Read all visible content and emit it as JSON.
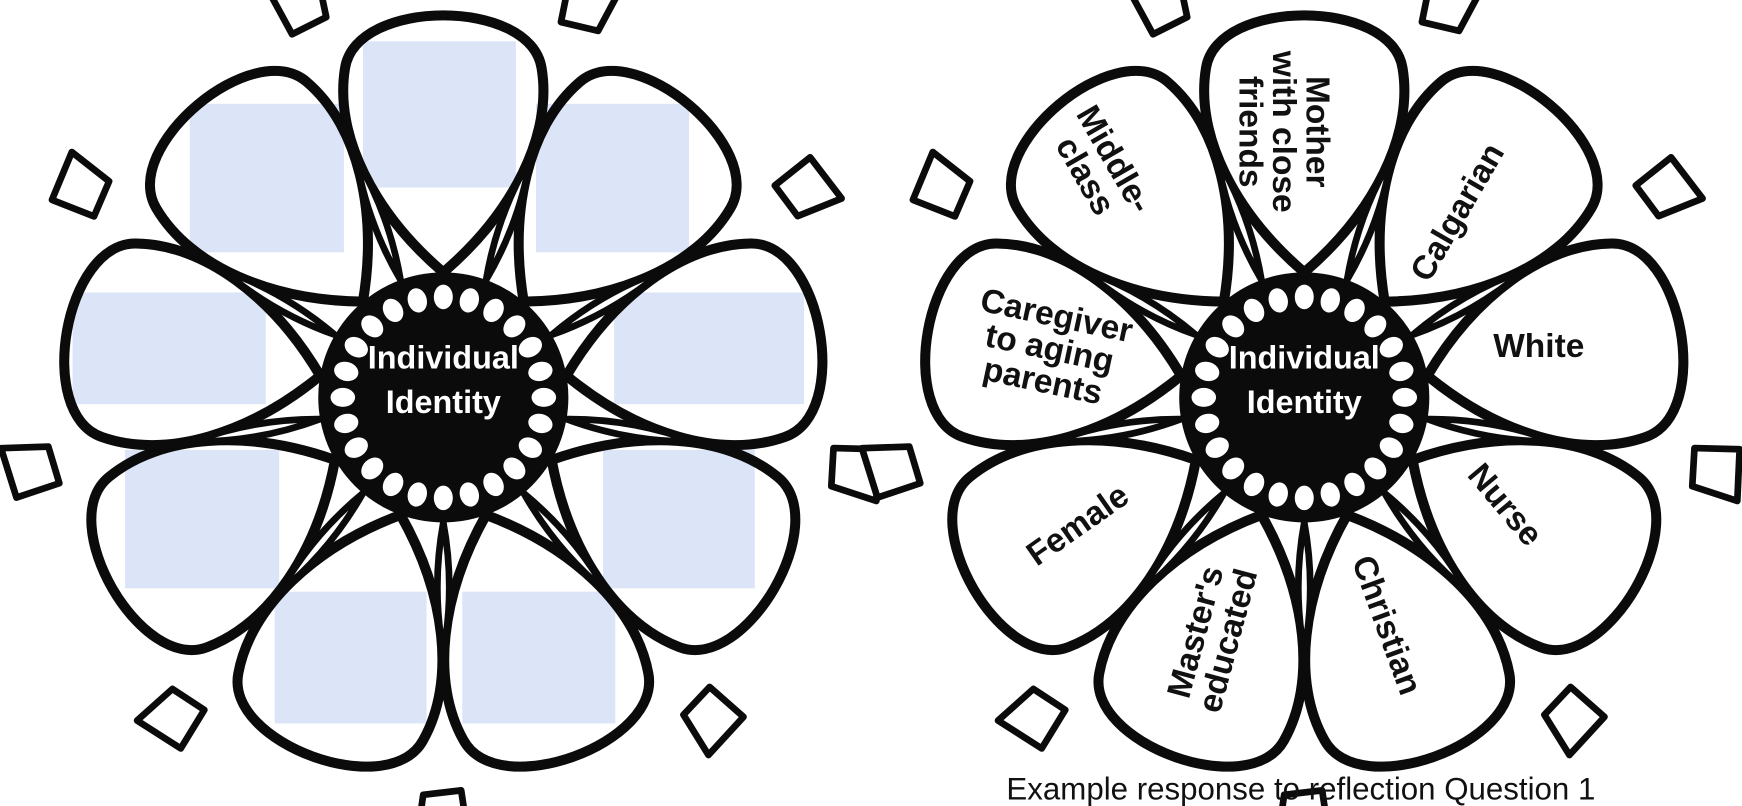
{
  "colors": {
    "outline": "#0b0b0b",
    "placeholder_box": "#dce4f8",
    "petal_fill": "#ffffff"
  },
  "blank_flower": {
    "center_label": [
      "Individual",
      "Identity"
    ]
  },
  "example_flower": {
    "center_label": [
      "Individual",
      "Identity"
    ],
    "petals": [
      {
        "lines": [
          "Mother",
          "with close",
          "friends"
        ]
      },
      {
        "lines": [
          "Calgarian"
        ]
      },
      {
        "lines": [
          "White"
        ]
      },
      {
        "lines": [
          "Nurse"
        ]
      },
      {
        "lines": [
          "Christian"
        ]
      },
      {
        "lines": [
          "Master's",
          "educated"
        ]
      },
      {
        "lines": [
          "Female"
        ]
      },
      {
        "lines": [
          "Caregiver",
          "to aging",
          "parents"
        ]
      },
      {
        "lines": [
          "Middle-",
          "class"
        ]
      }
    ],
    "caption": "Example response to reflection Question 1"
  }
}
